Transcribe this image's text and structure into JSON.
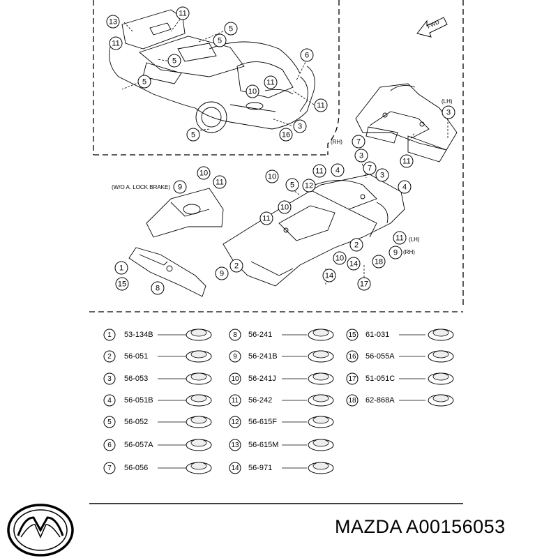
{
  "diagram": {
    "fwd_label": "FWD",
    "lh_label": "(LH)",
    "rh_label": "(RH)",
    "wo_lock_brake_label": "(W/O A. LOCK BRAKE)",
    "callouts": [
      {
        "n": "13"
      },
      {
        "n": "11"
      },
      {
        "n": "5"
      },
      {
        "n": "11"
      },
      {
        "n": "5"
      },
      {
        "n": "5"
      },
      {
        "n": "5"
      },
      {
        "n": "6"
      },
      {
        "n": "11"
      },
      {
        "n": "10"
      },
      {
        "n": "11"
      },
      {
        "n": "5"
      },
      {
        "n": "16"
      },
      {
        "n": "3"
      },
      {
        "n": "3"
      },
      {
        "n": "7"
      },
      {
        "n": "3"
      },
      {
        "n": "11"
      },
      {
        "n": "9"
      },
      {
        "n": "10"
      },
      {
        "n": "11"
      },
      {
        "n": "10"
      },
      {
        "n": "11"
      },
      {
        "n": "4"
      },
      {
        "n": "7"
      },
      {
        "n": "3"
      },
      {
        "n": "5"
      },
      {
        "n": "12"
      },
      {
        "n": "4"
      },
      {
        "n": "10"
      },
      {
        "n": "11"
      },
      {
        "n": "11"
      },
      {
        "n": "2"
      },
      {
        "n": "9"
      },
      {
        "n": "10"
      },
      {
        "n": "14"
      },
      {
        "n": "18"
      },
      {
        "n": "17"
      },
      {
        "n": "9"
      },
      {
        "n": "2"
      },
      {
        "n": "14"
      },
      {
        "n": "1"
      },
      {
        "n": "15"
      },
      {
        "n": "8"
      }
    ]
  },
  "legend": [
    {
      "n": "1",
      "code": "53-134B"
    },
    {
      "n": "2",
      "code": "56-051"
    },
    {
      "n": "3",
      "code": "56-053"
    },
    {
      "n": "4",
      "code": "56-051B"
    },
    {
      "n": "5",
      "code": "56-052"
    },
    {
      "n": "6",
      "code": "56-057A"
    },
    {
      "n": "7",
      "code": "56-056"
    },
    {
      "n": "8",
      "code": "56-241"
    },
    {
      "n": "9",
      "code": "56-241B"
    },
    {
      "n": "10",
      "code": "56-241J"
    },
    {
      "n": "11",
      "code": "56-242"
    },
    {
      "n": "12",
      "code": "56-615F"
    },
    {
      "n": "13",
      "code": "56-615M"
    },
    {
      "n": "14",
      "code": "56-971"
    },
    {
      "n": "15",
      "code": "61-031"
    },
    {
      "n": "16",
      "code": "56-055A"
    },
    {
      "n": "17",
      "code": "51-051C"
    },
    {
      "n": "18",
      "code": "62-868A"
    }
  ],
  "footer": {
    "part_text": "MAZDA A00156053",
    "logo_icon": "mazda-logo-icon"
  }
}
